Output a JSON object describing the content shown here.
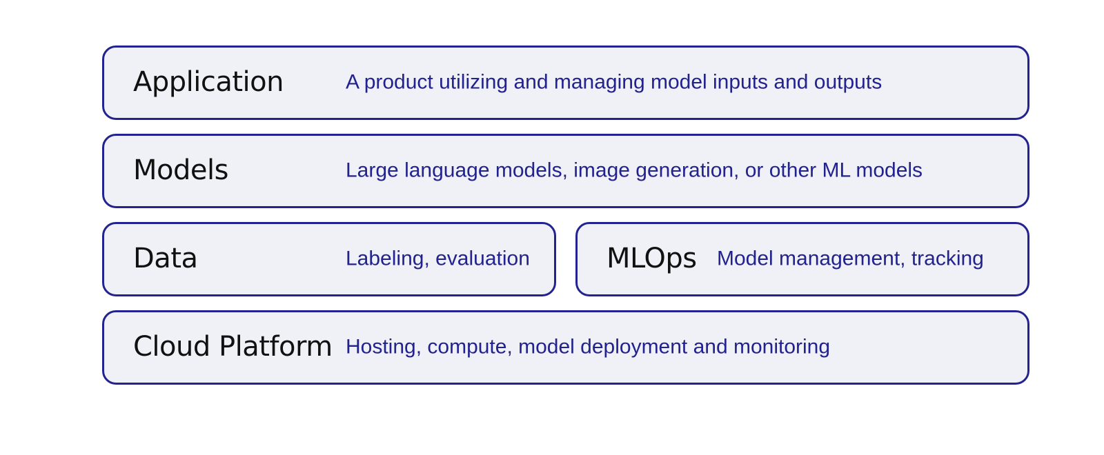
{
  "layers": {
    "application": {
      "name": "Application",
      "description": "A product utilizing and managing model inputs and outputs"
    },
    "models": {
      "name": "Models",
      "description": "Large language models, image generation, or other ML models"
    },
    "data": {
      "name": "Data",
      "description": "Labeling, evaluation"
    },
    "mlops": {
      "name": "MLOps",
      "description": "Model management, tracking"
    },
    "cloud_platform": {
      "name": "Cloud Platform",
      "description": "Hosting, compute, model deployment and monitoring"
    }
  },
  "colors": {
    "border": "#23238f",
    "box_fill": "#f0f0f7",
    "name_text": "#111111",
    "description_text": "#22228f"
  }
}
